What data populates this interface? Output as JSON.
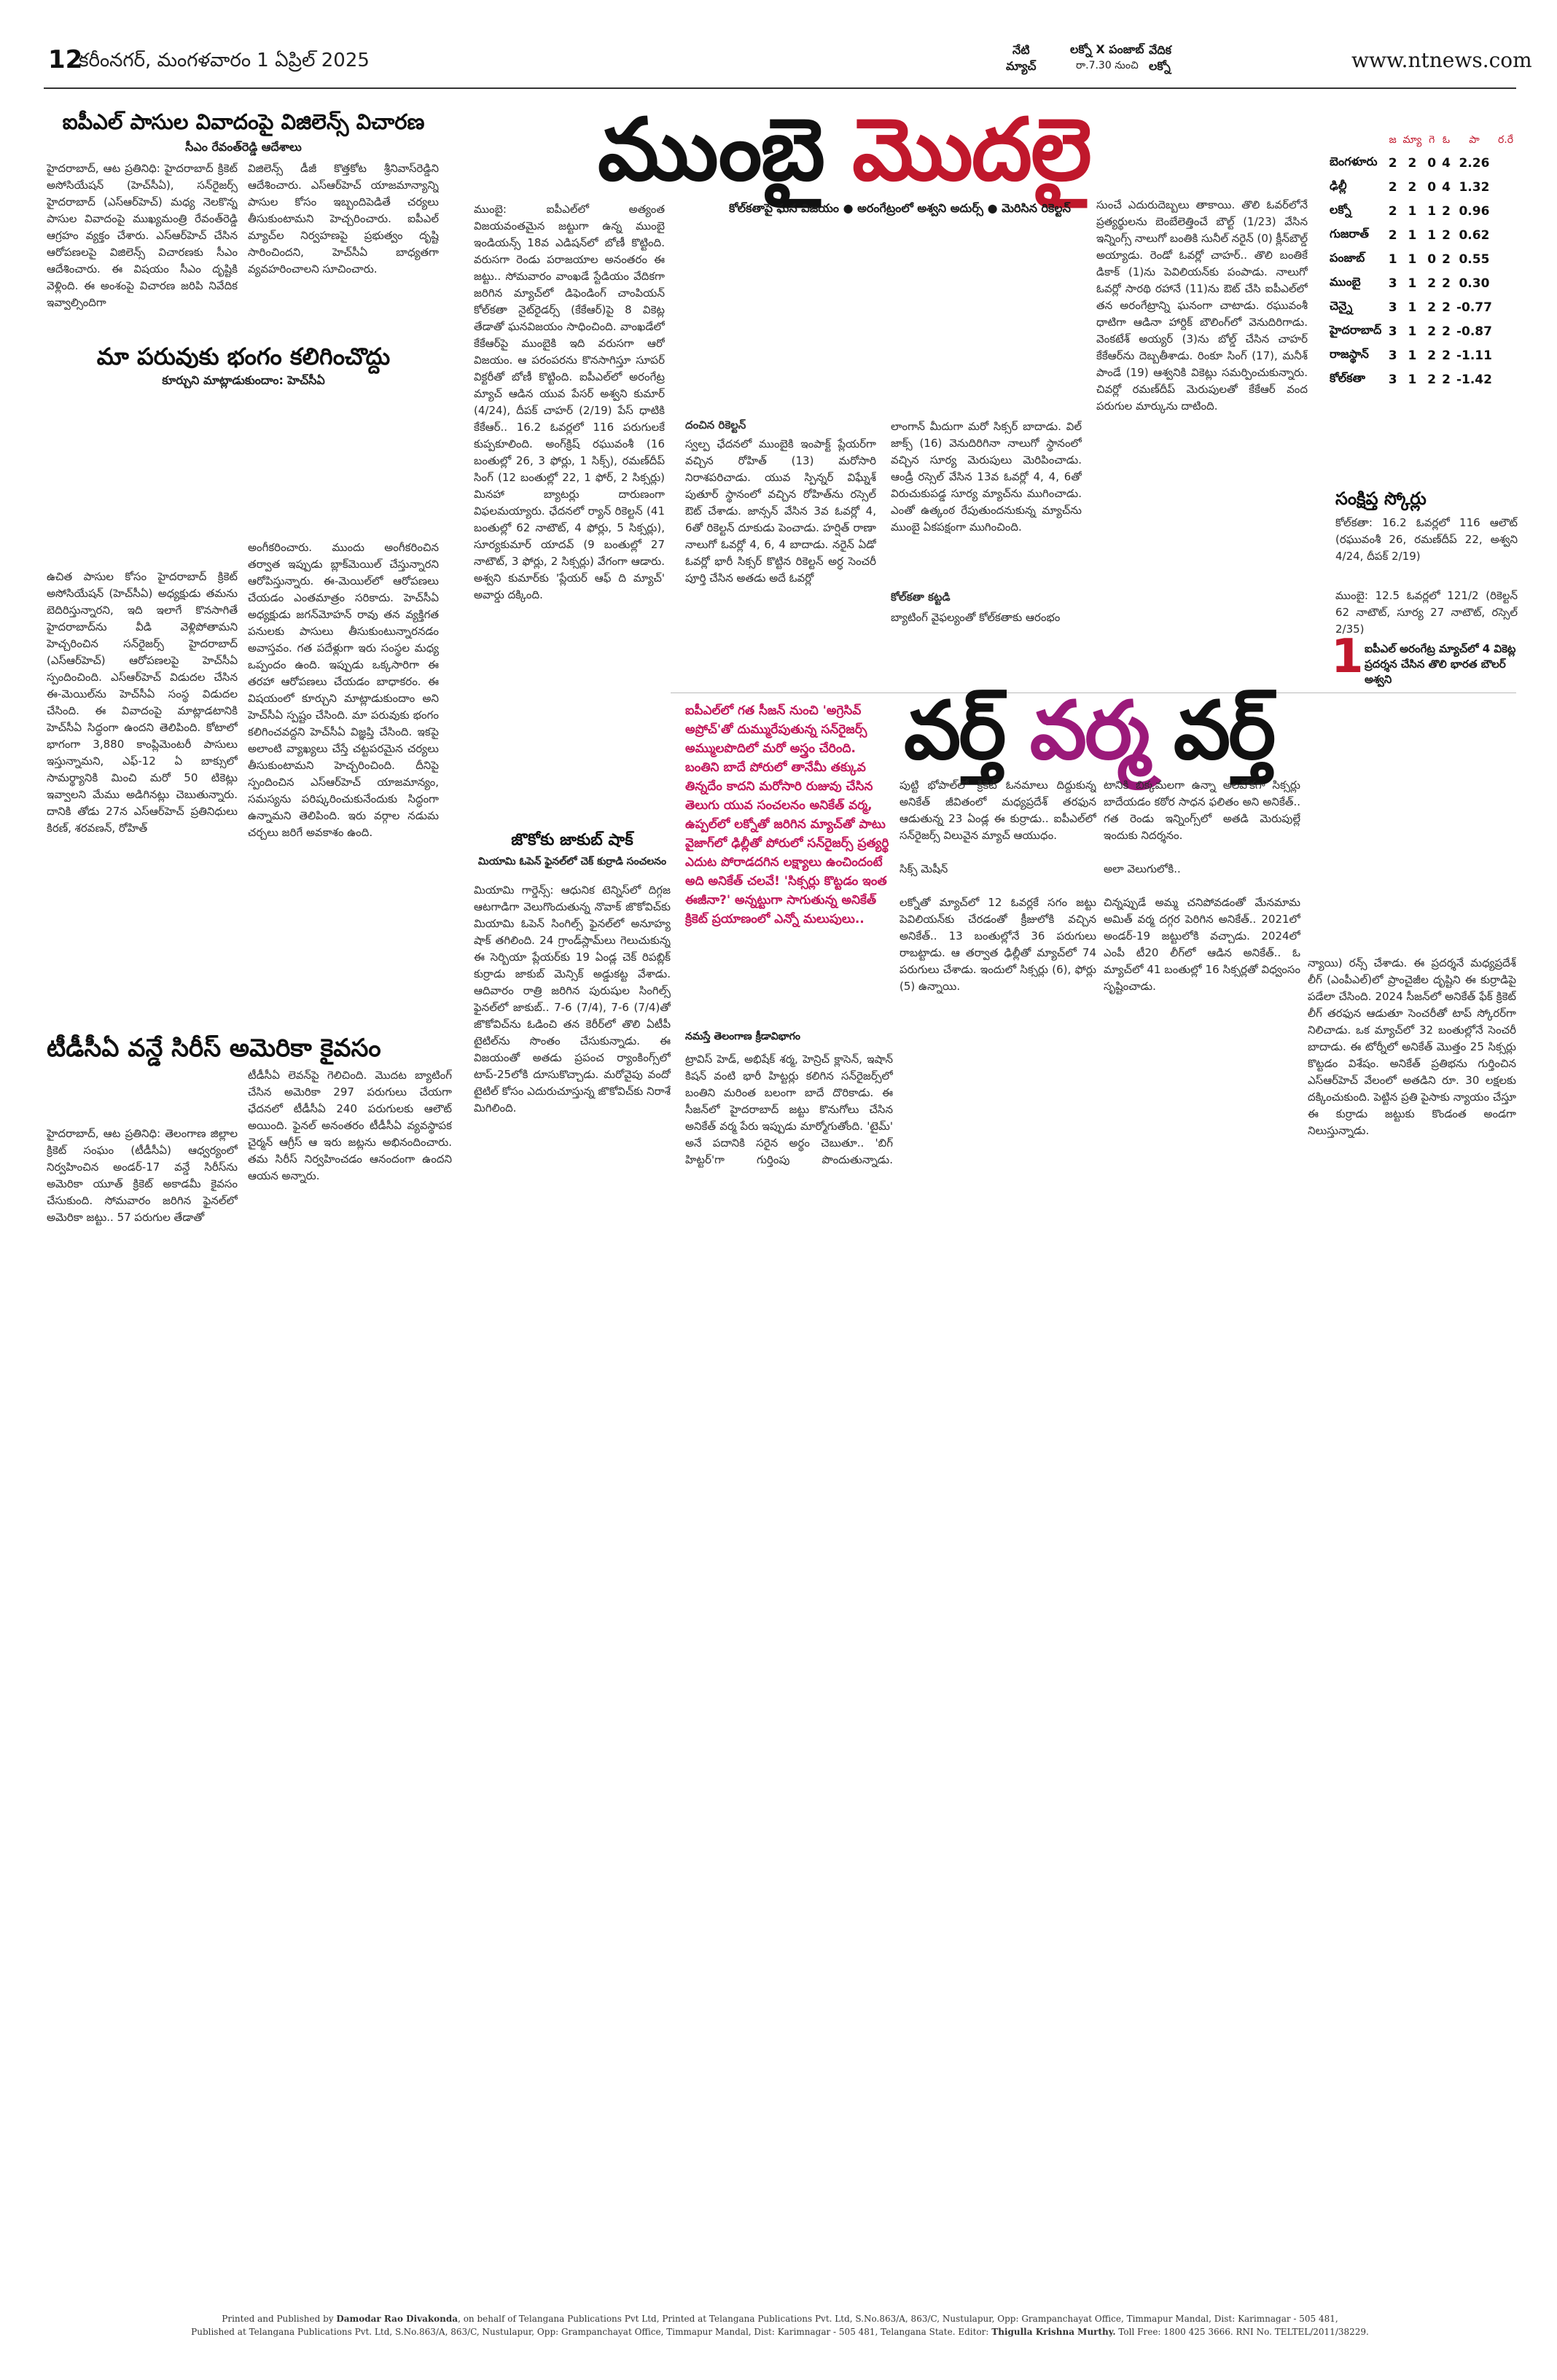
{
  "header": {
    "page_number": "12",
    "dateline": "కరీంనగర్, మంగళవారం 1 ఏప్రిల్ 2025",
    "today_label": "నేటి\nమ్యాచ్",
    "match": "లక్నో X పంజాబ్",
    "match_time": "రా.7.30 నుంచి",
    "venue": "వేదిక\nలక్నో",
    "website": "www.ntnews.com"
  },
  "vigilance": {
    "headline": "ఐపీఎల్ పాసుల వివాదంపై విజిలెన్స్ విచారణ",
    "subhead": "సీఎం రేవంత్‌రెడ్డి ఆదేశాలు",
    "col1": "హైదరాబాద్, ఆట ప్రతినిధి: హైదరాబాద్ క్రికెట్ అసోసియేషన్ (హెచ్‌సీఏ), సన్‌రైజర్స్ హైదరాబాద్ (ఎస్‌ఆర్‌హెచ్) మధ్య నెలకొన్న పాసుల వివాదంపై ముఖ్యమంత్రి రేవంత్‌రెడ్డి ఆగ్రహం వ్యక్తం చేశారు. ఎస్‌ఆర్‌హెచ్ చేసిన ఆరోపణలపై విజిలెన్స్ విచారణకు సీఎం ఆదేశించారు. ఈ విషయం సీఎం దృష్టికి వెళ్లింది. ఈ అంశంపై విచారణ జరిపి నివేదిక ఇవ్వాల్సిందిగా",
    "col2": "విజిలెన్స్ డీజీ కొత్తకోట శ్రీనివాస్‌రెడ్డిని ఆదేశించారు. ఎస్‌ఆర్‌హెచ్ యాజమాన్యాన్ని పాసుల కోసం ఇబ్బందిపెడితే చర్యలు తీసుకుంటామని హెచ్చరించారు. ఐపీఎల్ మ్యాచ్‌ల నిర్వహణపై ప్రభుత్వం దృష్టి సారించిందని, హెచ్‌సీఏ బాధ్యతగా వ్యవహరించాలని సూచించారు."
  },
  "hca": {
    "headline": "మా పరువుకు భంగం కలిగించొద్దు",
    "subhead": "కూర్చుని మాట్లాడుకుందాం: హెచ్‌సీఏ",
    "col1": "ఉచిత పాసుల కోసం హైదరాబాద్ క్రికెట్ అసోసియేషన్ (హెచ్‌సీఏ) అధ్యక్షుడు తమను బెదిరిస్తున్నారని, ఇది ఇలాగే కొనసాగితే హైదరాబాద్‌ను వీడి వెళ్లిపోతామని హెచ్చరించిన సన్‌రైజర్స్ హైదరాబాద్ (ఎస్‌ఆర్‌హెచ్) ఆరోపణలపై హెచ్‌సీఏ స్పందించింది. ఎస్‌ఆర్‌హెచ్ విడుదల చేసిన ఈ-మెయిల్‌ను హెచ్‌సీఏ సంస్థ విడుదల చేసింది. ఈ వివాదంపై మాట్లాడటానికి హెచ్‌సీఏ సిద్ధంగా ఉందని తెలిపింది. కోటాలో భాగంగా 3,880 కాంప్లిమెంటరీ పాసులు ఇస్తున్నామని, ఎఫ్-12 ఏ బాక్సులో సామర్థ్యానికి మించి మరో 50 టికెట్లు ఇవ్వాలని మేము అడిగినట్లు చెబుతున్నారు. దానికి తోడు 27న ఎస్‌ఆర్‌హెచ్ ప్రతినిధులు కిరణ్, శరవణన్, రోహిత్",
    "col2": "అంగీకరించారు. ముందు అంగీకరించిన తర్వాత ఇప్పుడు బ్లాక్‌మెయిల్ చేస్తున్నారని ఆరోపిస్తున్నారు. ఈ-మెయిల్‌లో ఆరోపణలు చేయడం ఎంతమాత్రం సరికాదు. హెచ్‌సీఏ అధ్యక్షుడు జగన్‌మోహన్ రావు తన వ్యక్తిగత పనులకు పాసులు తీసుకుంటున్నారనడం అవాస్తవం. గత పదేళ్లుగా ఇరు సంస్థల మధ్య ఒప్పందం ఉంది. ఇప్పుడు ఒక్కసారిగా ఈ తరహా ఆరోపణలు చేయడం బాధాకరం. ఈ విషయంలో కూర్చుని మాట్లాడుకుందాం అని హెచ్‌సీఏ స్పష్టం చేసింది. మా పరువుకు భంగం కలిగించవద్దని హెచ్‌సీఏ విజ్ఞప్తి చేసింది. ఇకపై అలాంటి వ్యాఖ్యలు చేస్తే చట్టపరమైన చర్యలు తీసుకుంటామని హెచ్చరించింది. దీనిపై స్పందించిన ఎస్‌ఆర్‌హెచ్ యాజమాన్యం, సమస్యను పరిష్కరించుకునేందుకు సిద్ధంగా ఉన్నామని తెలిపింది. ఇరు వర్గాల నడుమ చర్చలు జరిగే అవకాశం ఉంది."
  },
  "mumbai": {
    "headline_part1": "ముంబై",
    "headline_part2": "మొదలై",
    "strap": "కోల్‌కతాపై ఘన విజయం ● అరంగేట్రంలో అశ్వని అదుర్స్ ● మెరిసిన రికెల్టన్",
    "col1": "ముంబై: ఐపీఎల్‌లో అత్యంత విజయవంతమైన జట్టుగా ఉన్న ముంబై ఇండియన్స్ 18వ ఎడిషన్‌లో బోణీ కొట్టింది. వరుసగా రెండు పరాజయాల అనంతరం ఈ జట్టు.. సోమవారం వాంఖడే స్టేడియం వేదికగా జరిగిన మ్యాచ్‌లో డిఫెండింగ్ చాంపియన్ కోల్‌కతా నైట్‌రైడర్స్ (కేకేఆర్)పై 8 వికెట్ల తేడాతో ఘనవిజయం సాధించింది. వాంఖడేలో కేకేఆర్‌పై ముంబైకి ఇది వరుసగా ఆరో విజయం. ఆ పరంపరను కొనసాగిస్తూ సూపర్ విక్టరీతో బోణీ కొట్టింది. ఐపీఎల్‌లో అరంగేట్ర మ్యాచ్ ఆడిన యువ పేసర్ అశ్వని కుమార్ (4/24), దీపక్ చాహర్ (2/19) పేస్ ధాటికి కేకేఆర్.. 16.2 ఓవర్లలో 116 పరుగులకే కుప్పకూలింది. అంగ్‌క్రిష్ రఘువంశీ (16 బంతుల్లో 26, 3 ఫోర్లు, 1 సిక్స్), రమణ్‌దీప్ సింగ్ (12 బంతుల్లో 22, 1 ఫోర్, 2 సిక్సర్లు) మినహా బ్యాటర్లు దారుణంగా విఫలమయ్యారు. ఛేదనలో ర్యాన్ రికెల్టన్ (41 బంతుల్లో 62 నాటౌట్, 4 ఫోర్లు, 5 సిక్సర్లు), సూర్యకుమార్ యాదవ్ (9 బంతుల్లో 27 నాటౌట్, 3 ఫోర్లు, 2 సిక్సర్లు) వేగంగా ఆడారు. అశ్వని కుమార్‌కు 'ప్లేయర్ ఆఫ్ ది మ్యాచ్' అవార్డు దక్కింది.",
    "col2_head": "దంచిన రికెల్టన్",
    "col2": "స్వల్ప ఛేదనలో ముంబైకి ఇంపాక్ట్ ప్లేయర్‌గా వచ్చిన రోహిత్ (13) మరోసారి నిరాశపరిచాడు. యువ స్పిన్నర్ విఘ్నేశ్ పుతూర్ స్థానంలో వచ్చిన రోహిత్‌ను రస్సెల్ ఔట్ చేశాడు. జాన్సన్ వేసిన 3వ ఓవర్లో 4, 6తో రికెల్టన్ దూకుడు పెంచాడు. హర్షిత్ రాణా నాలుగో ఓవర్లో 4, 6, 4 బాదాడు. నరైన్ ఏడో ఓవర్లో భారీ సిక్సర్ కొట్టిన రికెల్టన్ అర్ధ సెంచరీ పూర్తి చేసిన అతడు అదే ఓవర్లో",
    "col3": "లాంగాన్ మీదుగా మరో సిక్సర్ బాదాడు. విల్ జాక్స్ (16) వెనుదిరిగినా నాలుగో స్థానంలో వచ్చిన సూర్య మెరుపులు మెరిపించాడు. ఆండ్రీ రస్సెల్ వేసిన 13వ ఓవర్లో 4, 4, 6తో విరుచుకుపడ్డ సూర్య మ్యాచ్‌ను ముగించాడు. ఎంతో ఉత్కంఠ రేపుతుందనుకున్న మ్యాచ్‌ను ముంబై ఏకపక్షంగా ముగించింది.",
    "col3_head": "కోల్‌కతా కట్టడి",
    "col3_tail": "బ్యాటింగ్ వైఫల్యంతో కోల్‌కతాకు ఆరంభం",
    "col4": "సుంచే ఎదురుదెబ్బలు తాకాయి. తొలి ఓవర్‌లోనే ప్రత్యర్థులను బెంబేలెత్తించే బౌల్ట్ (1/23) వేసిన ఇన్నింగ్స్ నాలుగో బంతికి సునీల్ నరైన్ (0) క్లీన్‌బౌల్డ్ అయ్యాడు. రెండో ఓవర్లో చాహర్.. తొలి బంతికే డికాక్ (1)ను పెవిలియన్‌కు పంపాడు. నాలుగో ఓవర్లో సారథి రహానే (11)ను ఔట్ చేసి ఐపీఎల్‌లో తన అరంగేట్రాన్ని ఘనంగా చాటాడు. రఘువంశీ ధాటిగా ఆడినా హార్దిక్ బౌలింగ్‌లో వెనుదిరిగాడు. వెంకటేశ్ అయ్యర్ (3)ను బోల్డ్ చేసిన చాహర్ కేకేఆర్‌ను దెబ్బతీశాడు. రింకూ సింగ్ (17), మనీశ్ పాండే (19) ఆశ్వనికి వికెట్లు సమర్పించుకున్నారు. చివర్లో రమణ్‌దీప్ మెరుపులతో కేకేఆర్ వంద పరుగుల మార్కును దాటింది."
  },
  "points_table": {
    "headers": [
      "జ",
      "మ్యా",
      "గె",
      "ఓ",
      "పా",
      "ర.రే"
    ],
    "rows": [
      [
        "బెంగళూరు",
        "2",
        "2",
        "0",
        "4",
        "2.26"
      ],
      [
        "ఢిల్లీ",
        "2",
        "2",
        "0",
        "4",
        "1.32"
      ],
      [
        "లక్నో",
        "2",
        "1",
        "1",
        "2",
        "0.96"
      ],
      [
        "గుజరాత్",
        "2",
        "1",
        "1",
        "2",
        "0.62"
      ],
      [
        "పంజాబ్",
        "1",
        "1",
        "0",
        "2",
        "0.55"
      ],
      [
        "ముంబై",
        "3",
        "1",
        "2",
        "2",
        "0.30"
      ],
      [
        "చెన్నై",
        "3",
        "1",
        "2",
        "2",
        "-0.77"
      ],
      [
        "హైదరాబాద్",
        "3",
        "1",
        "2",
        "2",
        "-0.87"
      ],
      [
        "రాజస్థాన్",
        "3",
        "1",
        "2",
        "2",
        "-1.11"
      ],
      [
        "కోల్‌కతా",
        "3",
        "1",
        "2",
        "2",
        "-1.42"
      ]
    ]
  },
  "scores": {
    "title": "సంక్షిప్త స్కోర్లు",
    "kkr": "కోల్‌కతా: 16.2 ఓవర్లలో 116 ఆలౌట్ (రఘువంశీ 26, రమణ్‌దీప్ 22, అశ్వని 4/24, దీపక్ 2/19)",
    "mi": "ముంబై: 12.5 ఓవర్లలో 121/2 (రికెల్టన్ 62 నాటౌట్, సూర్య 27 నాటౌట్, రస్సెల్ 2/35)",
    "fact_number": "1",
    "fact_text": "ఐపీఎల్ అరంగేట్ర మ్యాచ్‌లో 4 వికెట్ల ప్రదర్శన చేసిన తొలి భారత బౌలర్ అశ్వని"
  },
  "varma": {
    "headline_a": "వర్త్",
    "headline_b": "వర్మ",
    "headline_c": "వర్త్",
    "pullquote": "ఐపీఎల్‌లో గత సీజన్ నుంచి 'అగ్రెసివ్ అప్రోచ్'తో దుమ్మురేపుతున్న సన్‌రైజర్స్ అమ్ములపొదిలో మరో అస్త్రం చేరింది. బంతిని బాదే పోరులో తానేమీ తక్కువ తిన్నదేం కాదని మరోసారి రుజువు చేసిన తెలుగు యువ సంచలనం అనికేత్ వర్మ, ఉప్పల్‌లో లక్నోతో జరిగిన మ్యాచ్‌తో పాటు వైజాగ్‌లో ఢిల్లీతో పోరులో సన్‌రైజర్స్ ప్రత్యర్థి ఎదుట పోరాడదగిన లక్ష్యాలు ఉంచిందంటే అది అనికేత్ చలవే! 'సిక్సర్లు కొట్టడం ఇంత ఈజీనా?' అన్నట్టుగా సాగుతున్న అనికేత్ క్రికెట్ ప్రయాణంలో ఎన్నో మలుపులు..",
    "author": "నమస్తే తెలంగాణ క్రీడావిభాగం",
    "col1": "ట్రావిస్ హెడ్, అభిషేక్ శర్మ, హెన్రిచ్ క్లాసెన్, ఇషాన్ కిషన్ వంటి భారీ హిట్టర్లు కలిగిన సన్‌రైజర్స్‌లో బంతిని మరింత బలంగా బాదే దొరికాడు. ఈ సీజన్‌లో హైదరాబాద్ జట్టు కొనుగోలు చేసిన అనికేత్ వర్మ పేరు ఇప్పుడు మార్మోగుతోంది. 'టైమ్' అనే పదానికి సరైన అర్థం చెబుతూ.. 'బిగ్ హిట్టర్'గా గుర్తింపు పొందుతున్నాడు. ఉత్తరప్రదేశ్‌లోని ఝాన్సీలో పుట్టిన అనికేత్..",
    "col2": "పుట్టి భోపాల్‌లో క్రికెట్ ఓనమాలు దిద్దుకున్న అనికేత్ జీవితంలో మధ్యప్రదేశ్ తరఫున ఆడుతున్న 23 ఏండ్ల ఈ కుర్రాడు.. ఐపీఎల్‌లో సన్‌రైజర్స్ విలువైన మ్యాచ్ ఆయుధం.\n\nసిక్స్ మెషీన్\n\nలక్నోతో మ్యాచ్‌లో 12 ఓవర్లకే సగం జట్టు పెవిలియన్‌కు చేరడంతో క్రీజులోకి వచ్చిన అనికేత్.. 13 బంతుల్లోనే 36 పరుగులు రాబట్టాడు. ఆ తర్వాత ఢిల్లీతో మ్యాచ్‌లో 74 పరుగులు చేశాడు. ఇందులో సిక్సర్లు (6), ఫోర్లు (5) ఉన్నాయి.",
    "col3": "టానికి బిక్కమలగా ఉన్నా అలవోకగా సిక్సర్లు బాదేయడం కఠోర సాధన ఫలితం అని అనికేత్.. గత రెండు ఇన్నింగ్స్‌లో అతడి మెరుపుల్లే ఇందుకు నిదర్శనం.\n\nఅలా వెలుగులోకి..\n\nచిన్నప్పుడే అమ్మ చనిపోవడంతో మేనమామ అమిత్ వర్మ దగ్గర పెరిగిన అనికేత్.. 2021లో అండర్-19 జట్టులోకి వచ్చాడు. 2024లో ఎంపీ టీ20 లీగ్‌లో ఆడిన అనికేత్.. ఓ మ్యాచ్‌లో 41 బంతుల్లో 16 సిక్సర్లతో విధ్వంసం సృష్టించాడు.",
    "col4": "న్యాయి) రన్స్ చేశాడు. ఈ ప్రదర్శనే మధ్యప్రదేశ్ లీగ్ (ఎంపీఎల్)లో ప్రాంచైజీల దృష్టిని ఈ కుర్రాడిపై పడేలా చేసింది. 2024 సీజన్‌లో అనికేత్ ఫేక్ క్రికెట్ లీగ్ తరఫున ఆడుతూ సెంచరీతో టాప్ స్కోరర్‌గా నిలిచాడు. ఒక మ్యాచ్‌లో 32 బంతుల్లోనే సెంచరీ బాదాడు. ఈ టోర్నీలో అనికేత్ మొత్తం 25 సిక్సర్లు కొట్టడం విశేషం. అనికేత్ ప్రతిభను గుర్తించిన ఎస్‌ఆర్‌హెచ్ వేలంలో అతడిని రూ. 30 లక్షలకు దక్కించుకుంది. పెట్టిన ప్రతి పైసాకు న్యాయం చేస్తూ ఈ కుర్రాడు జట్టుకు కొండంత అండగా నిలుస్తున్నాడు."
  },
  "jokovic": {
    "headline": "జొకోకు జాకుబ్ షాక్",
    "subhead": "మియామి ఓపెన్ ఫైనల్‌లో చెక్ కుర్రాడి సంచలనం",
    "body": "మియామి గార్డెన్స్: ఆధునిక టెన్నిస్‌లో దిగ్గజ ఆటగాడిగా వెలుగొందుతున్న నొవాక్ జొకోవిచ్‌కు మియామి ఓపెన్ సింగిల్స్ ఫైనల్‌లో అనూహ్య షాక్ తగిలింది. 24 గ్రాండ్‌స్లామ్‌లు గెలుచుకున్న ఈ సెర్బియా ప్లేయర్‌కు 19 ఏండ్ల చెక్ రిపబ్లిక్ కుర్రాడు జాకుబ్ మెన్సిక్ అడ్డుకట్ట వేశాడు. ఆదివారం రాత్రి జరిగిన పురుషుల సింగిల్స్ ఫైనల్‌లో జాకుబ్.. 7-6 (7/4), 7-6 (7/4)తో జొకోవిచ్‌ను ఓడించి తన కెరీర్‌లో తొలి ఏటీపీ టైటిల్‌ను సొంతం చేసుకున్నాడు. ఈ విజయంతో అతడు ప్రపంచ ర్యాంకింగ్స్‌లో టాప్-25లోకి దూసుకొచ్చాడు. మరోవైపు వందో టైటిల్ కోసం ఎదురుచూస్తున్న జొకోవిచ్‌కు నిరాశే మిగిలింది."
  },
  "tdca": {
    "headline": "టీడీసీఏ వన్డే సిరీస్ అమెరికా కైవసం",
    "col1": "హైదరాబాద్, ఆట ప్రతినిధి: తెలంగాణ జిల్లాల క్రికెట్ సంఘం (టీడీసీఏ) ఆధ్వర్యంలో నిర్వహించిన అండర్-17 వన్డే సిరీస్‌ను అమెరికా యూత్ క్రికెట్ అకాడమీ కైవసం చేసుకుంది. సోమవారం జరిగిన ఫైనల్‌లో అమెరికా జట్టు.. 57 పరుగుల తేడాతో",
    "col2": "టీడీసీఏ లెవన్‌పై గెలిచింది. మొదట బ్యాటింగ్ చేసిన అమెరికా 297 పరుగులు చేయగా ఛేదనలో టీడీసీఏ 240 పరుగులకు ఆలౌట్ అయింది. ఫైనల్ అనంతరం టీడీసీఏ వ్యవస్థాపక చైర్మన్ ఆగ్రీస్ ఆ ఇరు జట్లను అభినందించారు. తమ సిరీస్ నిర్వహించడం ఆనందంగా ఉందని ఆయన అన్నారు."
  },
  "footer": {
    "imprint_1a": "Printed and Published by",
    "imprint_1b": "Damodar Rao Divakonda",
    "imprint_1c": ", on behalf of Telangana Publications Pvt Ltd, Printed at Telangana Publications Pvt. Ltd, S.No.863/A, 863/C, Nustulapur, Opp: Grampanchayat Office, Timmapur Mandal, Dist: Karimnagar - 505 481,",
    "imprint_2a": "Published at Telangana Publications Pvt. Ltd, S.No.863/A, 863/C, Nustulapur, Opp: Grampanchayat Office, Timmapur Mandal, Dist: Karimnagar - 505 481, Telangana State.   Editor:",
    "imprint_2b": "Thigulla Krishna Murthy.",
    "imprint_2c": " Toll Free: 1800 425 3666. RNI No. TELTEL/2011/38229."
  },
  "colors": {
    "accent_red": "#c0182c",
    "accent_magenta": "#9b1a7a",
    "pullquote_red": "#c2185b"
  }
}
